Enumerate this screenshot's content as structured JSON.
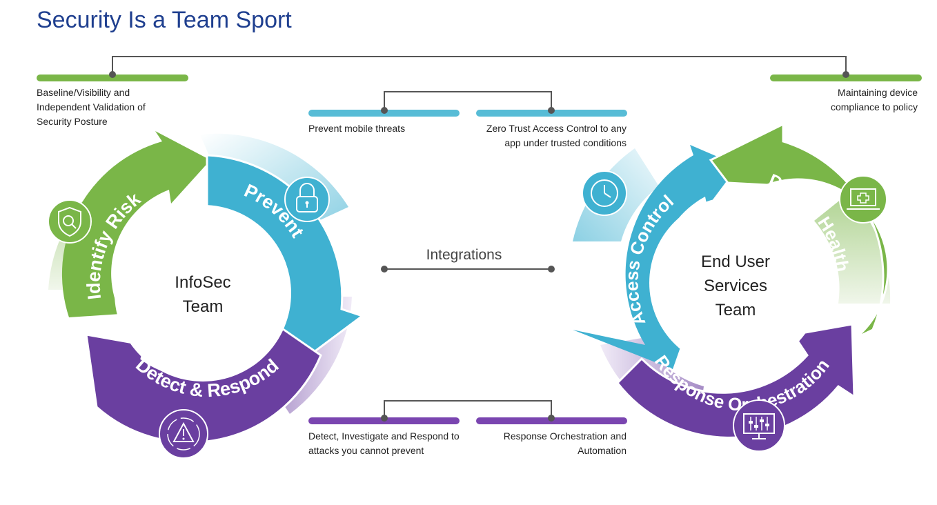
{
  "title": "Security Is a Team Sport",
  "integrations_label": "Integrations",
  "left_cycle": {
    "center_lines": [
      "InfoSec",
      "Team"
    ],
    "segments": [
      {
        "label": "Identify Risk",
        "color": "#7ab648",
        "icon": "shield-magnifier-icon"
      },
      {
        "label": "Prevent",
        "color": "#3fb1d1",
        "icon": "padlock-icon"
      },
      {
        "label": "Detect & Respond",
        "color": "#6a3fa0",
        "icon": "alert-triangle-target-icon"
      }
    ]
  },
  "right_cycle": {
    "center_lines": [
      "End User",
      "Services",
      "Team"
    ],
    "segments": [
      {
        "label": "Access Control",
        "color": "#3fb1d1",
        "icon": "clock-icon"
      },
      {
        "label": "Device Health",
        "color": "#7ab648",
        "icon": "laptop-medical-icon"
      },
      {
        "label": "Response Orchestration",
        "color": "#6a3fa0",
        "icon": "control-sliders-monitor-icon"
      }
    ]
  },
  "notes": {
    "baseline": "Baseline/Visibility and Independent Validation of Security Posture",
    "device_compliance": "Maintaining device compliance to policy",
    "mobile_threats": "Prevent mobile threats",
    "zero_trust": "Zero Trust Access Control to any app under trusted conditions",
    "detect_investigate": "Detect, Investigate and Respond to attacks you cannot prevent",
    "response_automation": "Response Orchestration and Automation"
  },
  "colors": {
    "title": "#1f3f8f",
    "green": "#7ab648",
    "blue": "#3fb1d1",
    "purple": "#6a3fa0",
    "connector": "#555555"
  }
}
